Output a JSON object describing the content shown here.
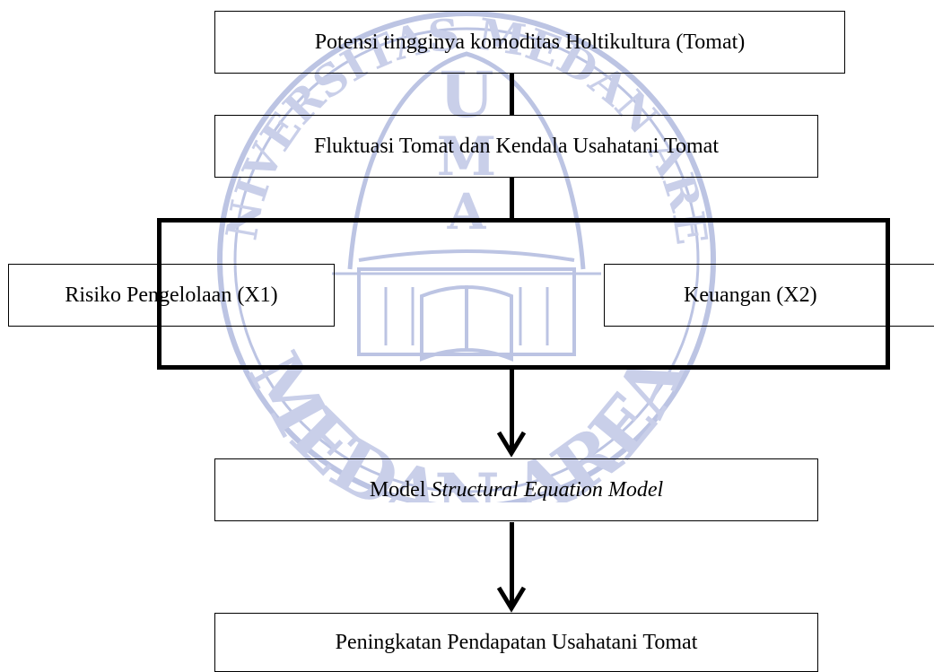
{
  "watermark": {
    "letters_top": [
      "U",
      "M",
      "A"
    ],
    "ring_text": "UNIVERSITAS MEDAN AREA",
    "bottom_text": "MEDAN AREA"
  },
  "flowchart": {
    "box_potensi": "Potensi tingginya komoditas Holtikultura (Tomat)",
    "box_fluktuasi": "Fluktuasi Tomat dan Kendala Usahatani Tomat",
    "box_x1": "Risiko Pengelolaan (X1)",
    "box_x2": "Keuangan (X2)",
    "box_model_prefix": "Model ",
    "box_model_italic": "Structural Equation Model",
    "box_peningkatan": "Peningkatan Pendapatan Usahatani Tomat"
  },
  "colors": {
    "line": "#000000",
    "watermark": "#bcc4e3"
  }
}
